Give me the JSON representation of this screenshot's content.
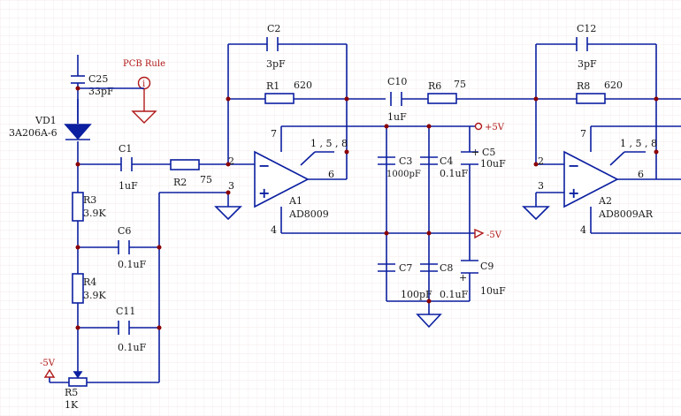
{
  "colors": {
    "wire": "#0b1fa0",
    "grid": "#f0e6e6",
    "junction": "#8b0000",
    "power_port": "#b01818",
    "text": "#1a1a1a"
  },
  "components": {
    "c25": {
      "ref": "C25",
      "value": "33pF"
    },
    "pcb_rule": {
      "label": "PCB Rule",
      "symbol": "i"
    },
    "vd1": {
      "ref": "VD1",
      "value": "3A206A-6"
    },
    "c1": {
      "ref": "C1",
      "value": "1uF"
    },
    "r2": {
      "ref": "R2",
      "value": "75"
    },
    "r3": {
      "ref": "R3",
      "value": "3.9K"
    },
    "c6": {
      "ref": "C6",
      "value": "0.1uF"
    },
    "r4": {
      "ref": "R4",
      "value": "3.9K"
    },
    "c11": {
      "ref": "C11",
      "value": "0.1uF"
    },
    "r5": {
      "ref": "R5",
      "value": "1K"
    },
    "neg5v_left": {
      "label": "-5V"
    },
    "c2": {
      "ref": "C2",
      "value": "3pF"
    },
    "r1": {
      "ref": "R1",
      "value": "620"
    },
    "a1": {
      "ref": "A1",
      "value": "AD8009",
      "pins": {
        "p7": "7",
        "p4": "4",
        "p2": "2",
        "p3": "3",
        "p6": "6",
        "p158": "1 , 5 , 8"
      }
    },
    "c10": {
      "ref": "C10",
      "value": "1uF"
    },
    "r6": {
      "ref": "R6",
      "value": "75"
    },
    "pos5v": {
      "label": "+5V"
    },
    "neg5v": {
      "label": "-5V"
    },
    "c3": {
      "ref": "C3",
      "value": "1000pF"
    },
    "c4": {
      "ref": "C4",
      "value": "0.1uF"
    },
    "c5": {
      "ref": "C5",
      "value": "10uF",
      "polarity": "+"
    },
    "c7": {
      "ref": "C7",
      "value": "100pF"
    },
    "c8": {
      "ref": "C8",
      "value": "0.1uF"
    },
    "c9": {
      "ref": "C9",
      "value": "10uF",
      "polarity": "+"
    },
    "c12": {
      "ref": "C12",
      "value": "3pF"
    },
    "r8": {
      "ref": "R8",
      "value": "620"
    },
    "a2": {
      "ref": "A2",
      "value": "AD8009AR",
      "pins": {
        "p7": "7",
        "p4": "4",
        "p2": "2",
        "p3": "3",
        "p6": "6",
        "p158": "1 , 5 , 8"
      }
    },
    "opamp_signs": {
      "minus": "−",
      "plus": "+"
    }
  }
}
